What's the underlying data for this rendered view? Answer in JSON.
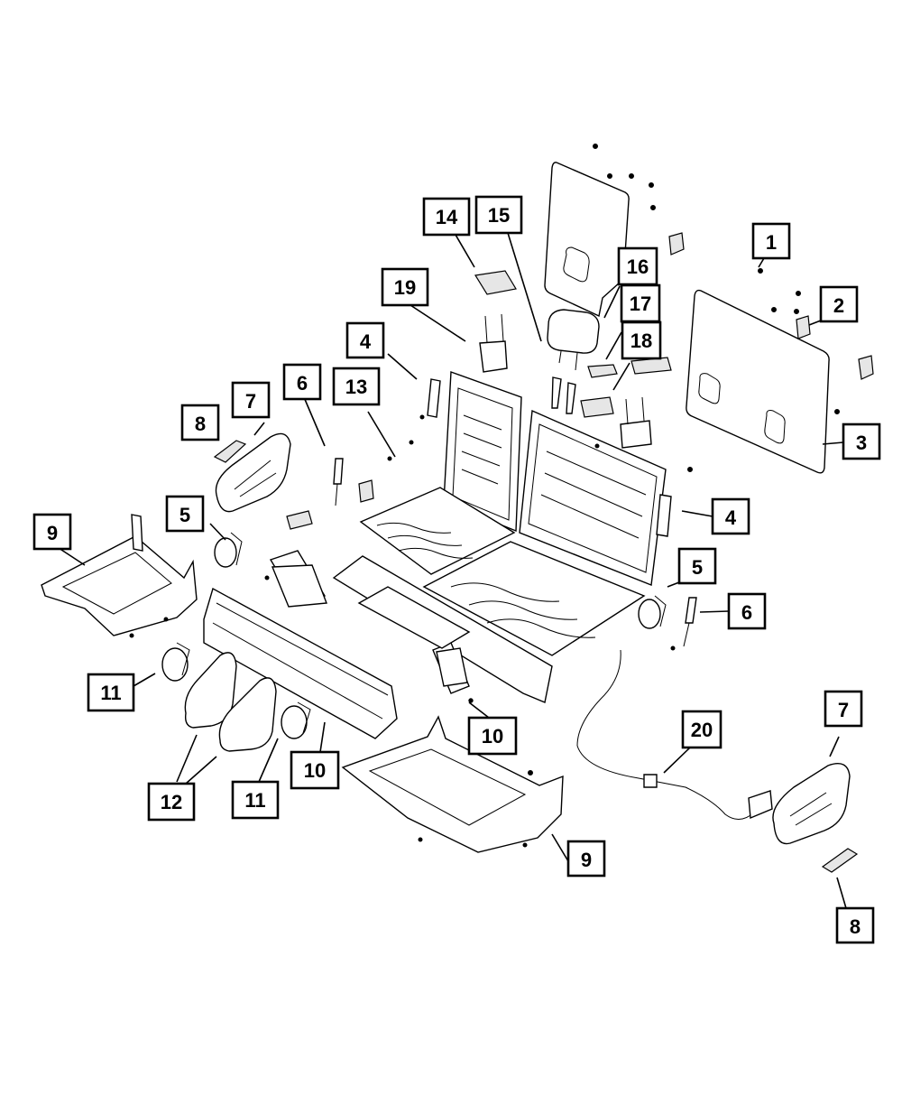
{
  "diagram": {
    "callouts": [
      {
        "id": "c1",
        "label": "1"
      },
      {
        "id": "c2",
        "label": "2"
      },
      {
        "id": "c3",
        "label": "3"
      },
      {
        "id": "c4a",
        "label": "4"
      },
      {
        "id": "c4b",
        "label": "4"
      },
      {
        "id": "c5a",
        "label": "5"
      },
      {
        "id": "c5b",
        "label": "5"
      },
      {
        "id": "c6a",
        "label": "6"
      },
      {
        "id": "c6b",
        "label": "6"
      },
      {
        "id": "c7a",
        "label": "7"
      },
      {
        "id": "c7b",
        "label": "7"
      },
      {
        "id": "c8a",
        "label": "8"
      },
      {
        "id": "c8b",
        "label": "8"
      },
      {
        "id": "c9a",
        "label": "9"
      },
      {
        "id": "c9b",
        "label": "9"
      },
      {
        "id": "c10a",
        "label": "10"
      },
      {
        "id": "c10b",
        "label": "10"
      },
      {
        "id": "c11a",
        "label": "11"
      },
      {
        "id": "c11b",
        "label": "11"
      },
      {
        "id": "c12",
        "label": "12"
      },
      {
        "id": "c13",
        "label": "13"
      },
      {
        "id": "c14",
        "label": "14"
      },
      {
        "id": "c15",
        "label": "15"
      },
      {
        "id": "c16",
        "label": "16"
      },
      {
        "id": "c17",
        "label": "17"
      },
      {
        "id": "c18",
        "label": "18"
      },
      {
        "id": "c19",
        "label": "19"
      },
      {
        "id": "c20",
        "label": "20"
      }
    ]
  }
}
